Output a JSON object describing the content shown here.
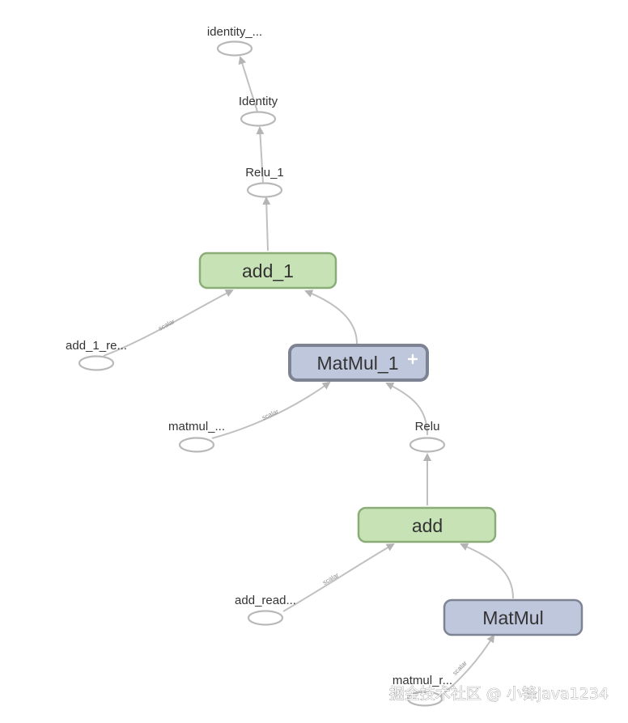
{
  "nodes": {
    "identity_out": {
      "label": "identity_..."
    },
    "identity": {
      "label": "Identity"
    },
    "relu_1": {
      "label": "Relu_1"
    },
    "add_1": {
      "label": "add_1",
      "color": "#c7e2b4",
      "stroke": "#8aad78"
    },
    "add_1_read": {
      "label": "add_1_re..."
    },
    "matmul_1": {
      "label": "MatMul_1",
      "expand_icon": "plus-icon",
      "color": "#bfc7dd",
      "stroke": "#7e8394"
    },
    "matmul_read": {
      "label": "matmul_..."
    },
    "relu": {
      "label": "Relu"
    },
    "add": {
      "label": "add",
      "color": "#c7e2b4",
      "stroke": "#8aad78"
    },
    "add_read": {
      "label": "add_read..."
    },
    "matmul": {
      "label": "MatMul",
      "color": "#bfc7dd",
      "stroke": "#7e8394"
    },
    "matmul_r": {
      "label": "matmul_r..."
    }
  },
  "edges": {
    "scalar_label": "scalar"
  },
  "watermark": "掘金技术社区 @ 小锋java1234"
}
